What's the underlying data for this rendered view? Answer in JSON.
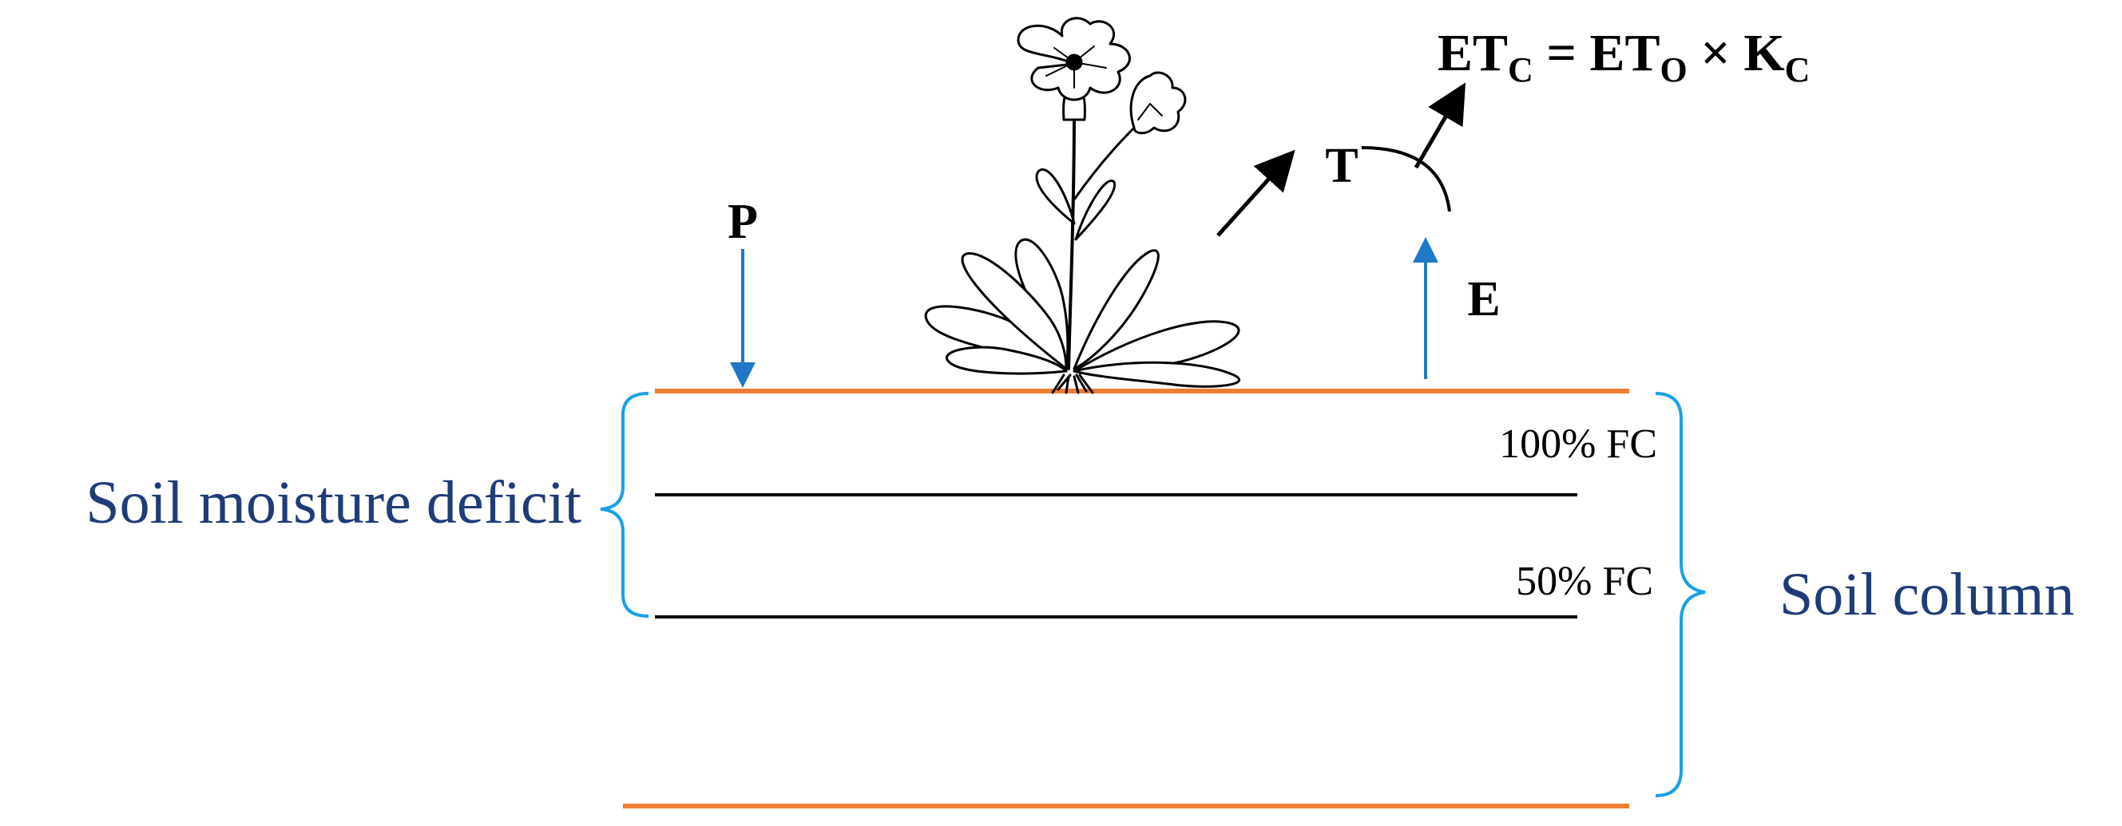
{
  "labels": {
    "precipitation": "P",
    "transpiration": "T",
    "evaporation": "E",
    "fc_100": "100% FC",
    "fc_50": "50% FC",
    "soil_moisture_deficit": "Soil moisture deficit",
    "soil_column": "Soil column"
  },
  "equation": {
    "lhs_main": "ET",
    "lhs_sub": "C",
    "equals": " = ",
    "eto_main": "ET",
    "eto_sub": "O",
    "times": " × ",
    "kc_main": "K",
    "kc_sub": "C"
  },
  "colors": {
    "soil_boundary": "#ed7d31",
    "flux_arrow": "#1f78c8",
    "bracket": "#1aa0e8",
    "label_blue": "#1f3c78",
    "ink": "#000000"
  }
}
